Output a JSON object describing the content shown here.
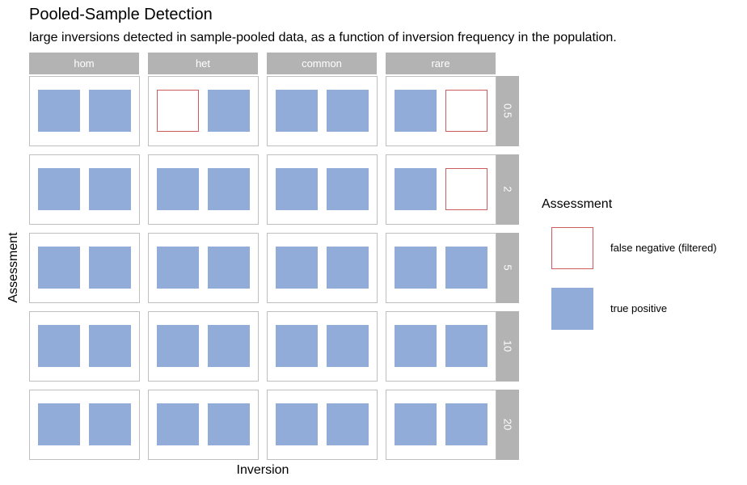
{
  "chart_data": {
    "type": "heatmap",
    "title": "Pooled-Sample Detection",
    "subtitle": "large inversions detected in sample-pooled data, as a function of inversion frequency in the population.",
    "xlabel": "Inversion",
    "ylabel": "Assessment",
    "columns": [
      "hom",
      "het",
      "common",
      "rare"
    ],
    "rows": [
      "0.5",
      "2",
      "5",
      "10",
      "20"
    ],
    "cells": [
      [
        [
          "true positive",
          "true positive"
        ],
        [
          "false negative (filtered)",
          "true positive"
        ],
        [
          "true positive",
          "true positive"
        ],
        [
          "true positive",
          "false negative (filtered)"
        ]
      ],
      [
        [
          "true positive",
          "true positive"
        ],
        [
          "true positive",
          "true positive"
        ],
        [
          "true positive",
          "true positive"
        ],
        [
          "true positive",
          "false negative (filtered)"
        ]
      ],
      [
        [
          "true positive",
          "true positive"
        ],
        [
          "true positive",
          "true positive"
        ],
        [
          "true positive",
          "true positive"
        ],
        [
          "true positive",
          "true positive"
        ]
      ],
      [
        [
          "true positive",
          "true positive"
        ],
        [
          "true positive",
          "true positive"
        ],
        [
          "true positive",
          "true positive"
        ],
        [
          "true positive",
          "true positive"
        ]
      ],
      [
        [
          "true positive",
          "true positive"
        ],
        [
          "true positive",
          "true positive"
        ],
        [
          "true positive",
          "true positive"
        ],
        [
          "true positive",
          "true positive"
        ]
      ]
    ],
    "legend": {
      "title": "Assessment",
      "position": "right",
      "items": [
        {
          "label": "false negative (filtered)",
          "fill": "#ffffff",
          "stroke": "#cd5c5c"
        },
        {
          "label": "true positive",
          "fill": "#91acd9",
          "stroke": "#91acd9"
        }
      ]
    },
    "colors": {
      "strip_bg": "#b3b3b3",
      "panel_border": "#bfbfbf",
      "true_positive": "#91acd9",
      "false_negative_stroke": "#cd5c5c"
    }
  }
}
